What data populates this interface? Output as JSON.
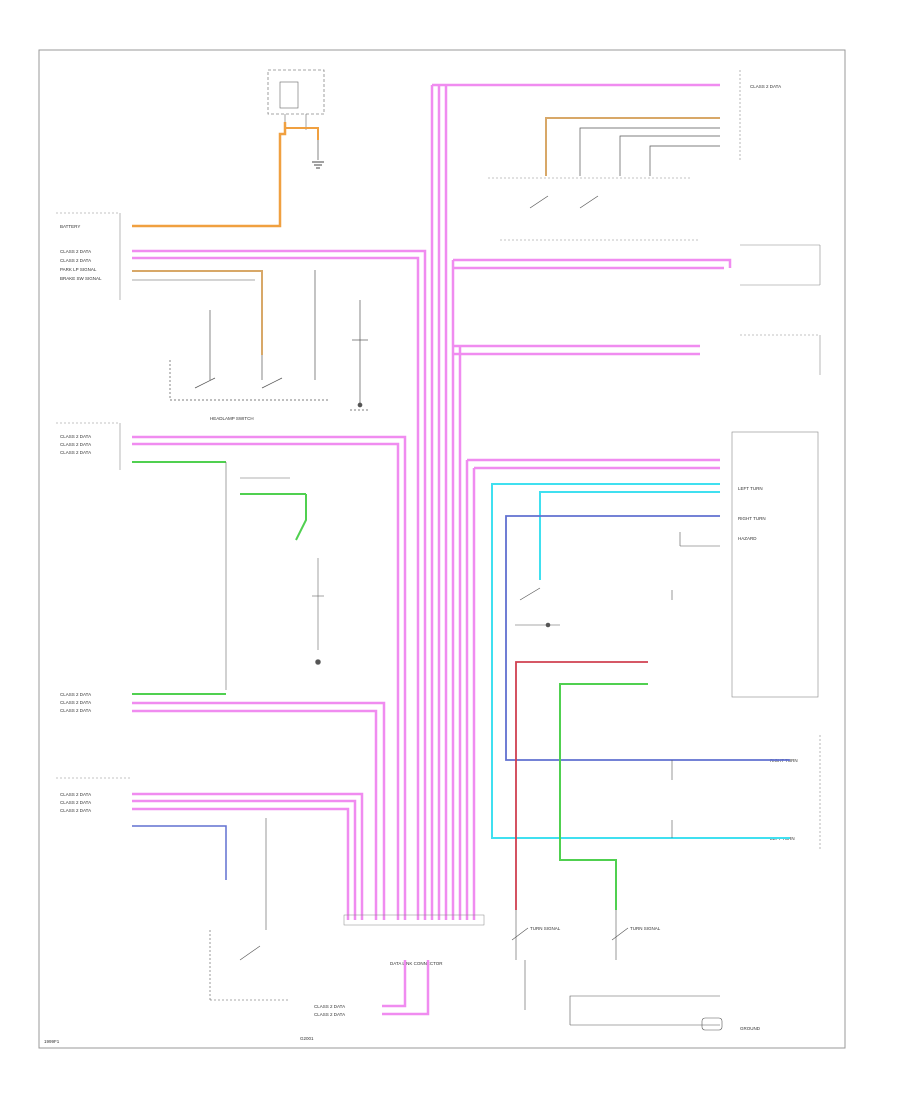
{
  "colors": {
    "pink": "#f08cf0",
    "orange": "#f0a040",
    "tan": "#d8a868",
    "green": "#50d050",
    "cyan": "#40e0f0",
    "blue": "#6070d0",
    "red": "#d04050",
    "ink": "#333333",
    "frame": "#999999"
  },
  "labels": {
    "battery": "BATTERY",
    "class2_a": "CLASS 2 DATA",
    "class2_b": "CLASS 2 DATA",
    "class2_c": "CLASS 2 DATA",
    "class2_d": "CLASS 2 DATA",
    "class2_e": "CLASS 2 DATA",
    "class2_f": "CLASS 2 DATA",
    "class2_g": "CLASS 2 DATA",
    "class2_h": "CLASS 2 DATA",
    "class2_i": "CLASS 2 DATA",
    "class2_j": "CLASS 2 DATA",
    "class2_k": "CLASS 2 DATA",
    "class2_l": "CLASS 2 DATA",
    "class2_m": "CLASS 2 DATA",
    "class2_n": "CLASS 2 DATA",
    "park_lamp": "PARK LP SIGNAL",
    "brake_signal": "BRAKE SW SIGNAL",
    "headlamp_switch": "HEADLAMP SWITCH",
    "right_turn_a": "RIGHT TURN",
    "right_turn_b": "RIGHT TURN",
    "left_turn_a": "LEFT TURN",
    "left_turn_b": "LEFT TURN",
    "turn_sig_a": "TURN SIGNAL",
    "turn_sig_b": "TURN SIGNAL",
    "hazard": "HAZARD",
    "ground": "GROUND",
    "star_connector": "DATA LINK CONNECTOR",
    "page_left": "1999F1",
    "page_center": "G2001"
  }
}
